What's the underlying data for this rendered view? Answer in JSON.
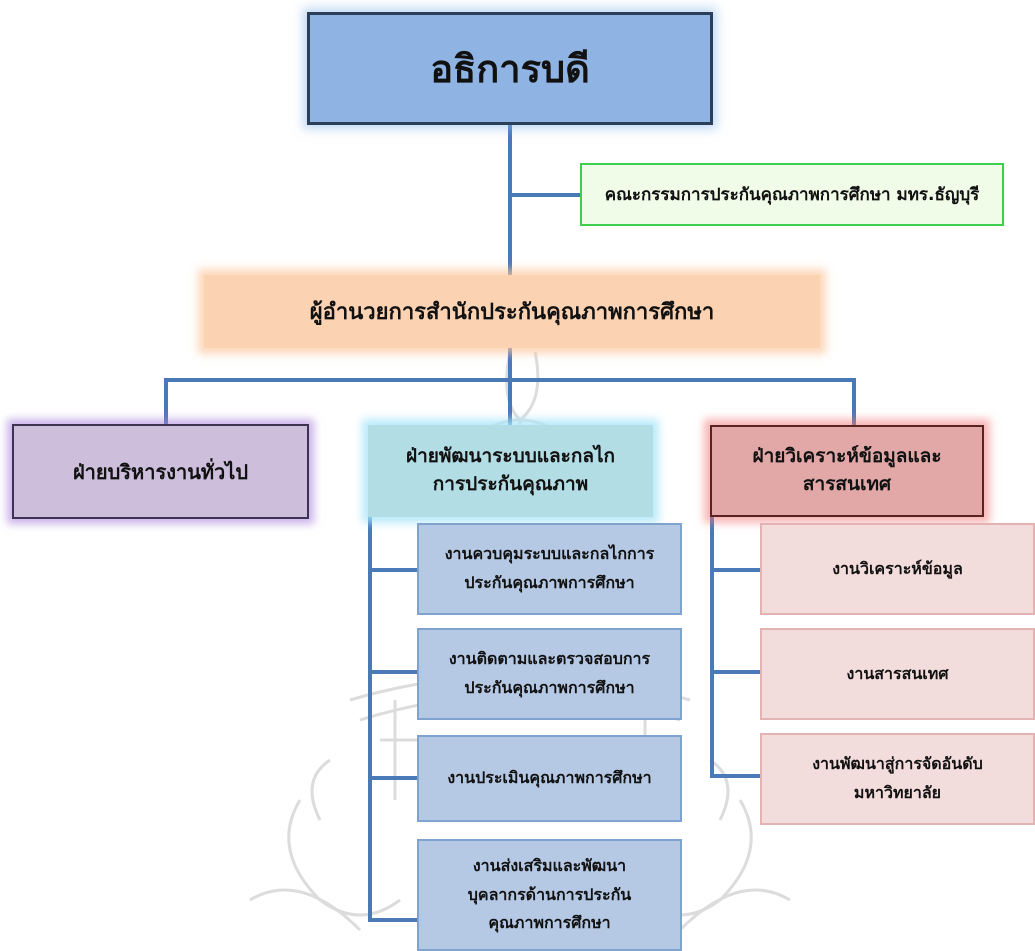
{
  "colors": {
    "connector": "#4a79b8",
    "watermark": "#d9d9d9"
  },
  "icons": {
    "watermark": "university-emblem-watermark"
  },
  "top": {
    "label": "อธิการบดี"
  },
  "committee": {
    "label": "คณะกรรมการประกันคุณภาพการศึกษา มทร.ธัญบุรี"
  },
  "director": {
    "label": "ผู้อำนวยการสำนักประกันคุณภาพการศึกษา"
  },
  "divisions": {
    "general": {
      "label": "ฝ่ายบริหารงานทั่วไป"
    },
    "qa": {
      "line1": "ฝ่ายพัฒนาระบบและกลไก",
      "line2": "การประกันคุณภาพ",
      "units": [
        {
          "line1": "งานควบคุมระบบและกลไกการ",
          "line2": "ประกันคุณภาพการศึกษา"
        },
        {
          "line1": "งานติดตามและตรวจสอบการ",
          "line2": "ประกันคุณภาพการศึกษา"
        },
        {
          "line1": "งานประเมินคุณภาพการศึกษา"
        },
        {
          "line1": "งานส่งเสริมและพัฒนา",
          "line2": "บุคลากรด้านการประกัน",
          "line3": "คุณภาพการศึกษา"
        }
      ]
    },
    "data": {
      "line1": "ฝ่ายวิเคราะห์ข้อมูลและ",
      "line2": "สารสนเทศ",
      "units": [
        {
          "line1": "งานวิเคราะห์ข้อมูล"
        },
        {
          "line1": "งานสารสนเทศ"
        },
        {
          "line1": "งานพัฒนาสู่การจัดอันดับ",
          "line2": "มหาวิทยาลัย"
        }
      ]
    }
  }
}
